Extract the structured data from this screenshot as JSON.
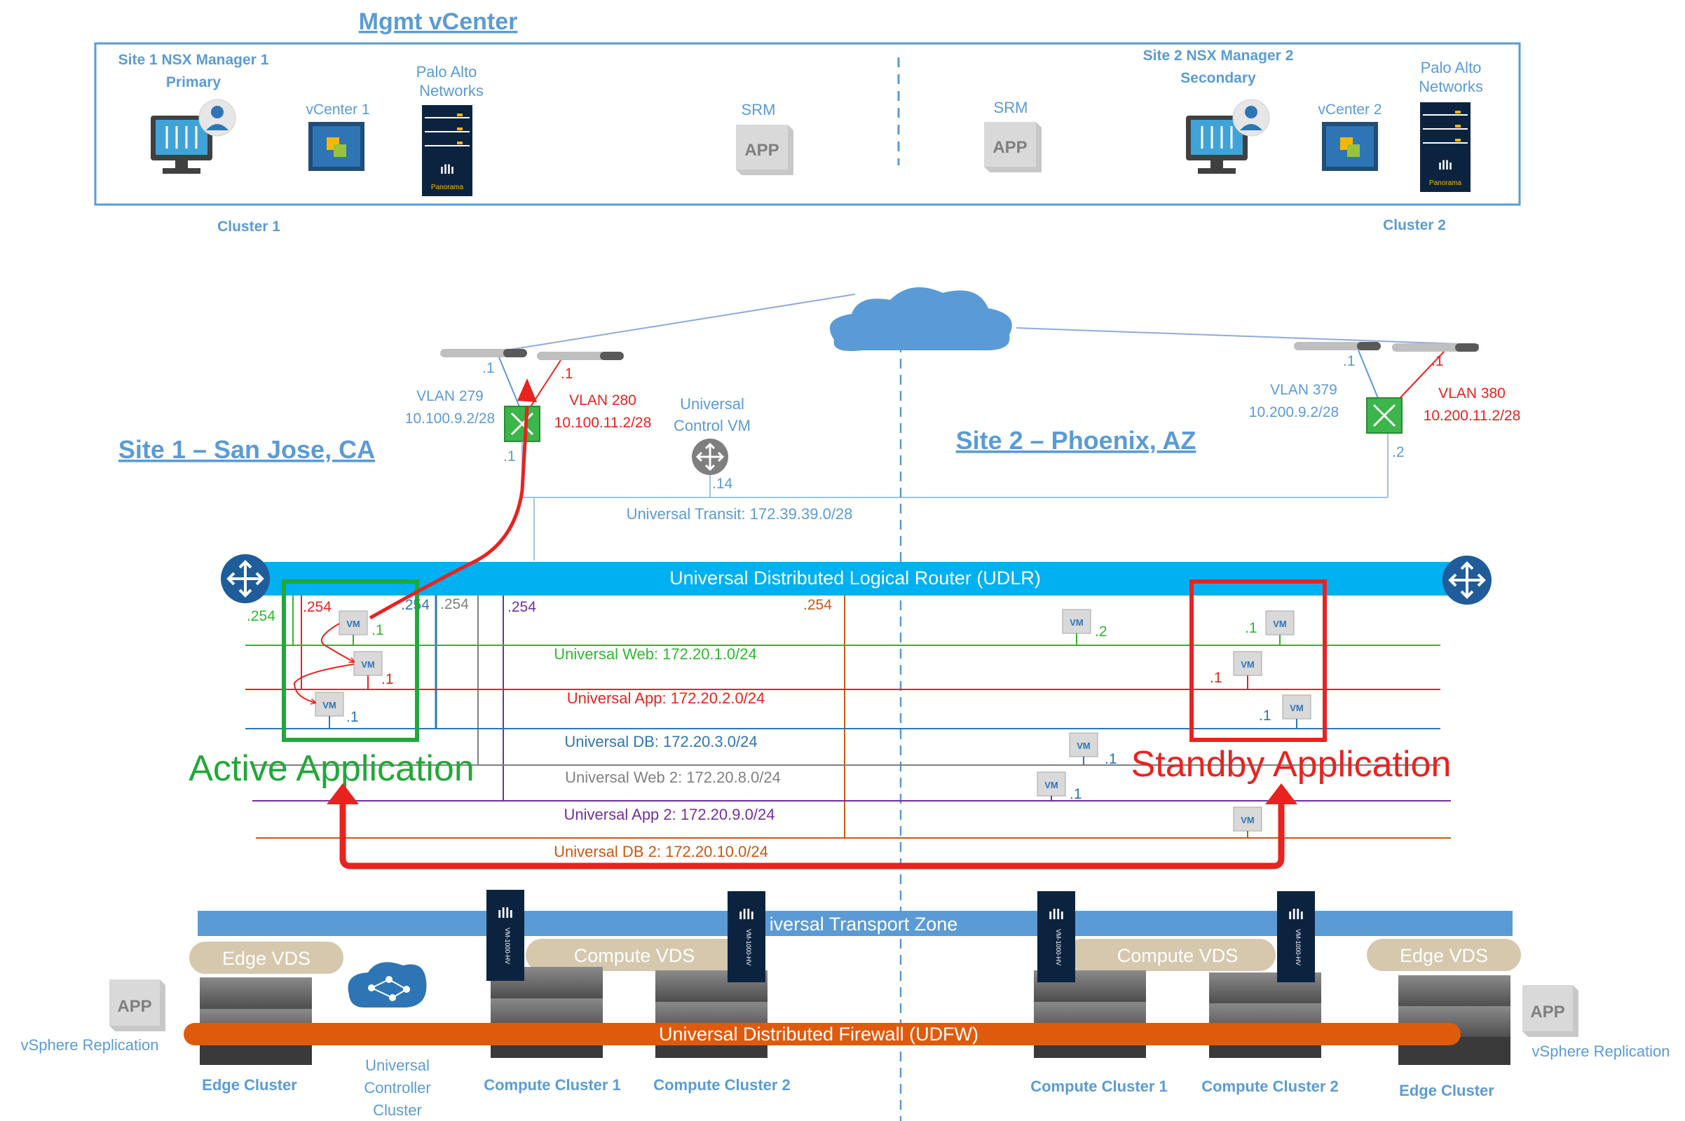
{
  "mgmt": {
    "title": "Mgmt vCenter",
    "site1_nsx_line1": "Site 1 NSX Manager 1",
    "site1_nsx_line2": "Primary",
    "vcenter1": "vCenter 1",
    "palo1_line1": "Palo Alto",
    "palo1_line2": "Networks",
    "srm1": "SRM",
    "srm2": "SRM",
    "app_box": "APP",
    "site2_nsx_line1": "Site 2 NSX Manager 2",
    "site2_nsx_line2": "Secondary",
    "vcenter2": "vCenter 2",
    "palo2_line1": "Palo Alto",
    "palo2_line2": "Networks",
    "panorama": "Panorama",
    "cluster1": "Cluster 1",
    "cluster2": "Cluster 2"
  },
  "sites": {
    "site1": "Site 1 – San Jose, CA",
    "site2": "Site 2 – Phoenix, AZ"
  },
  "network": {
    "dot1": ".1",
    "vlan279": "VLAN 279",
    "vlan279_ip": "10.100.9.2/28",
    "vlan280": "VLAN 280",
    "vlan280_ip": "10.100.11.2/28",
    "universal_control_line1": "Universal",
    "universal_control_line2": "Control VM",
    "dot14": ".14",
    "transit": "Universal Transit: 172.39.39.0/28",
    "vlan379": "VLAN 379",
    "vlan379_ip": "10.200.9.2/28",
    "vlan380": "VLAN 380",
    "vlan380_ip": "10.200.11.2/28",
    "dot2": ".2"
  },
  "udlr": {
    "label": "Universal Distributed Logical Router (UDLR)",
    "gw": ".254"
  },
  "segments": [
    {
      "name": "Universal Web: 172.20.1.0/24",
      "color": "#2eb82e"
    },
    {
      "name": "Universal App: 172.20.2.0/24",
      "color": "#e8231f"
    },
    {
      "name": "Universal DB: 172.20.3.0/24",
      "color": "#2e75b6"
    },
    {
      "name": "Universal Web 2: 172.20.8.0/24",
      "color": "#808080"
    },
    {
      "name": "Universal App 2: 172.20.9.0/24",
      "color": "#7030a0"
    },
    {
      "name": "Universal DB 2: 172.20.10.0/24",
      "color": "#c55a11"
    }
  ],
  "vm_label": "VM",
  "active_label": "Active Application",
  "standby_label": "Standby Application",
  "bottom": {
    "transport_zone": "Universal Transport Zone",
    "transport_zone_visible": "iversal Transport Zone",
    "edge_vds": "Edge VDS",
    "compute_vds": "Compute VDS",
    "udfw": "Universal Distributed Firewall (UDFW)",
    "vsphere_replication": "vSphere Replication",
    "edge_cluster": "Edge Cluster",
    "controller_line1": "Universal",
    "controller_line2": "Controller",
    "controller_line3": "Cluster",
    "compute_cluster1": "Compute Cluster 1",
    "compute_cluster2": "Compute Cluster 2",
    "vm_series": "VM-1000-HV"
  }
}
